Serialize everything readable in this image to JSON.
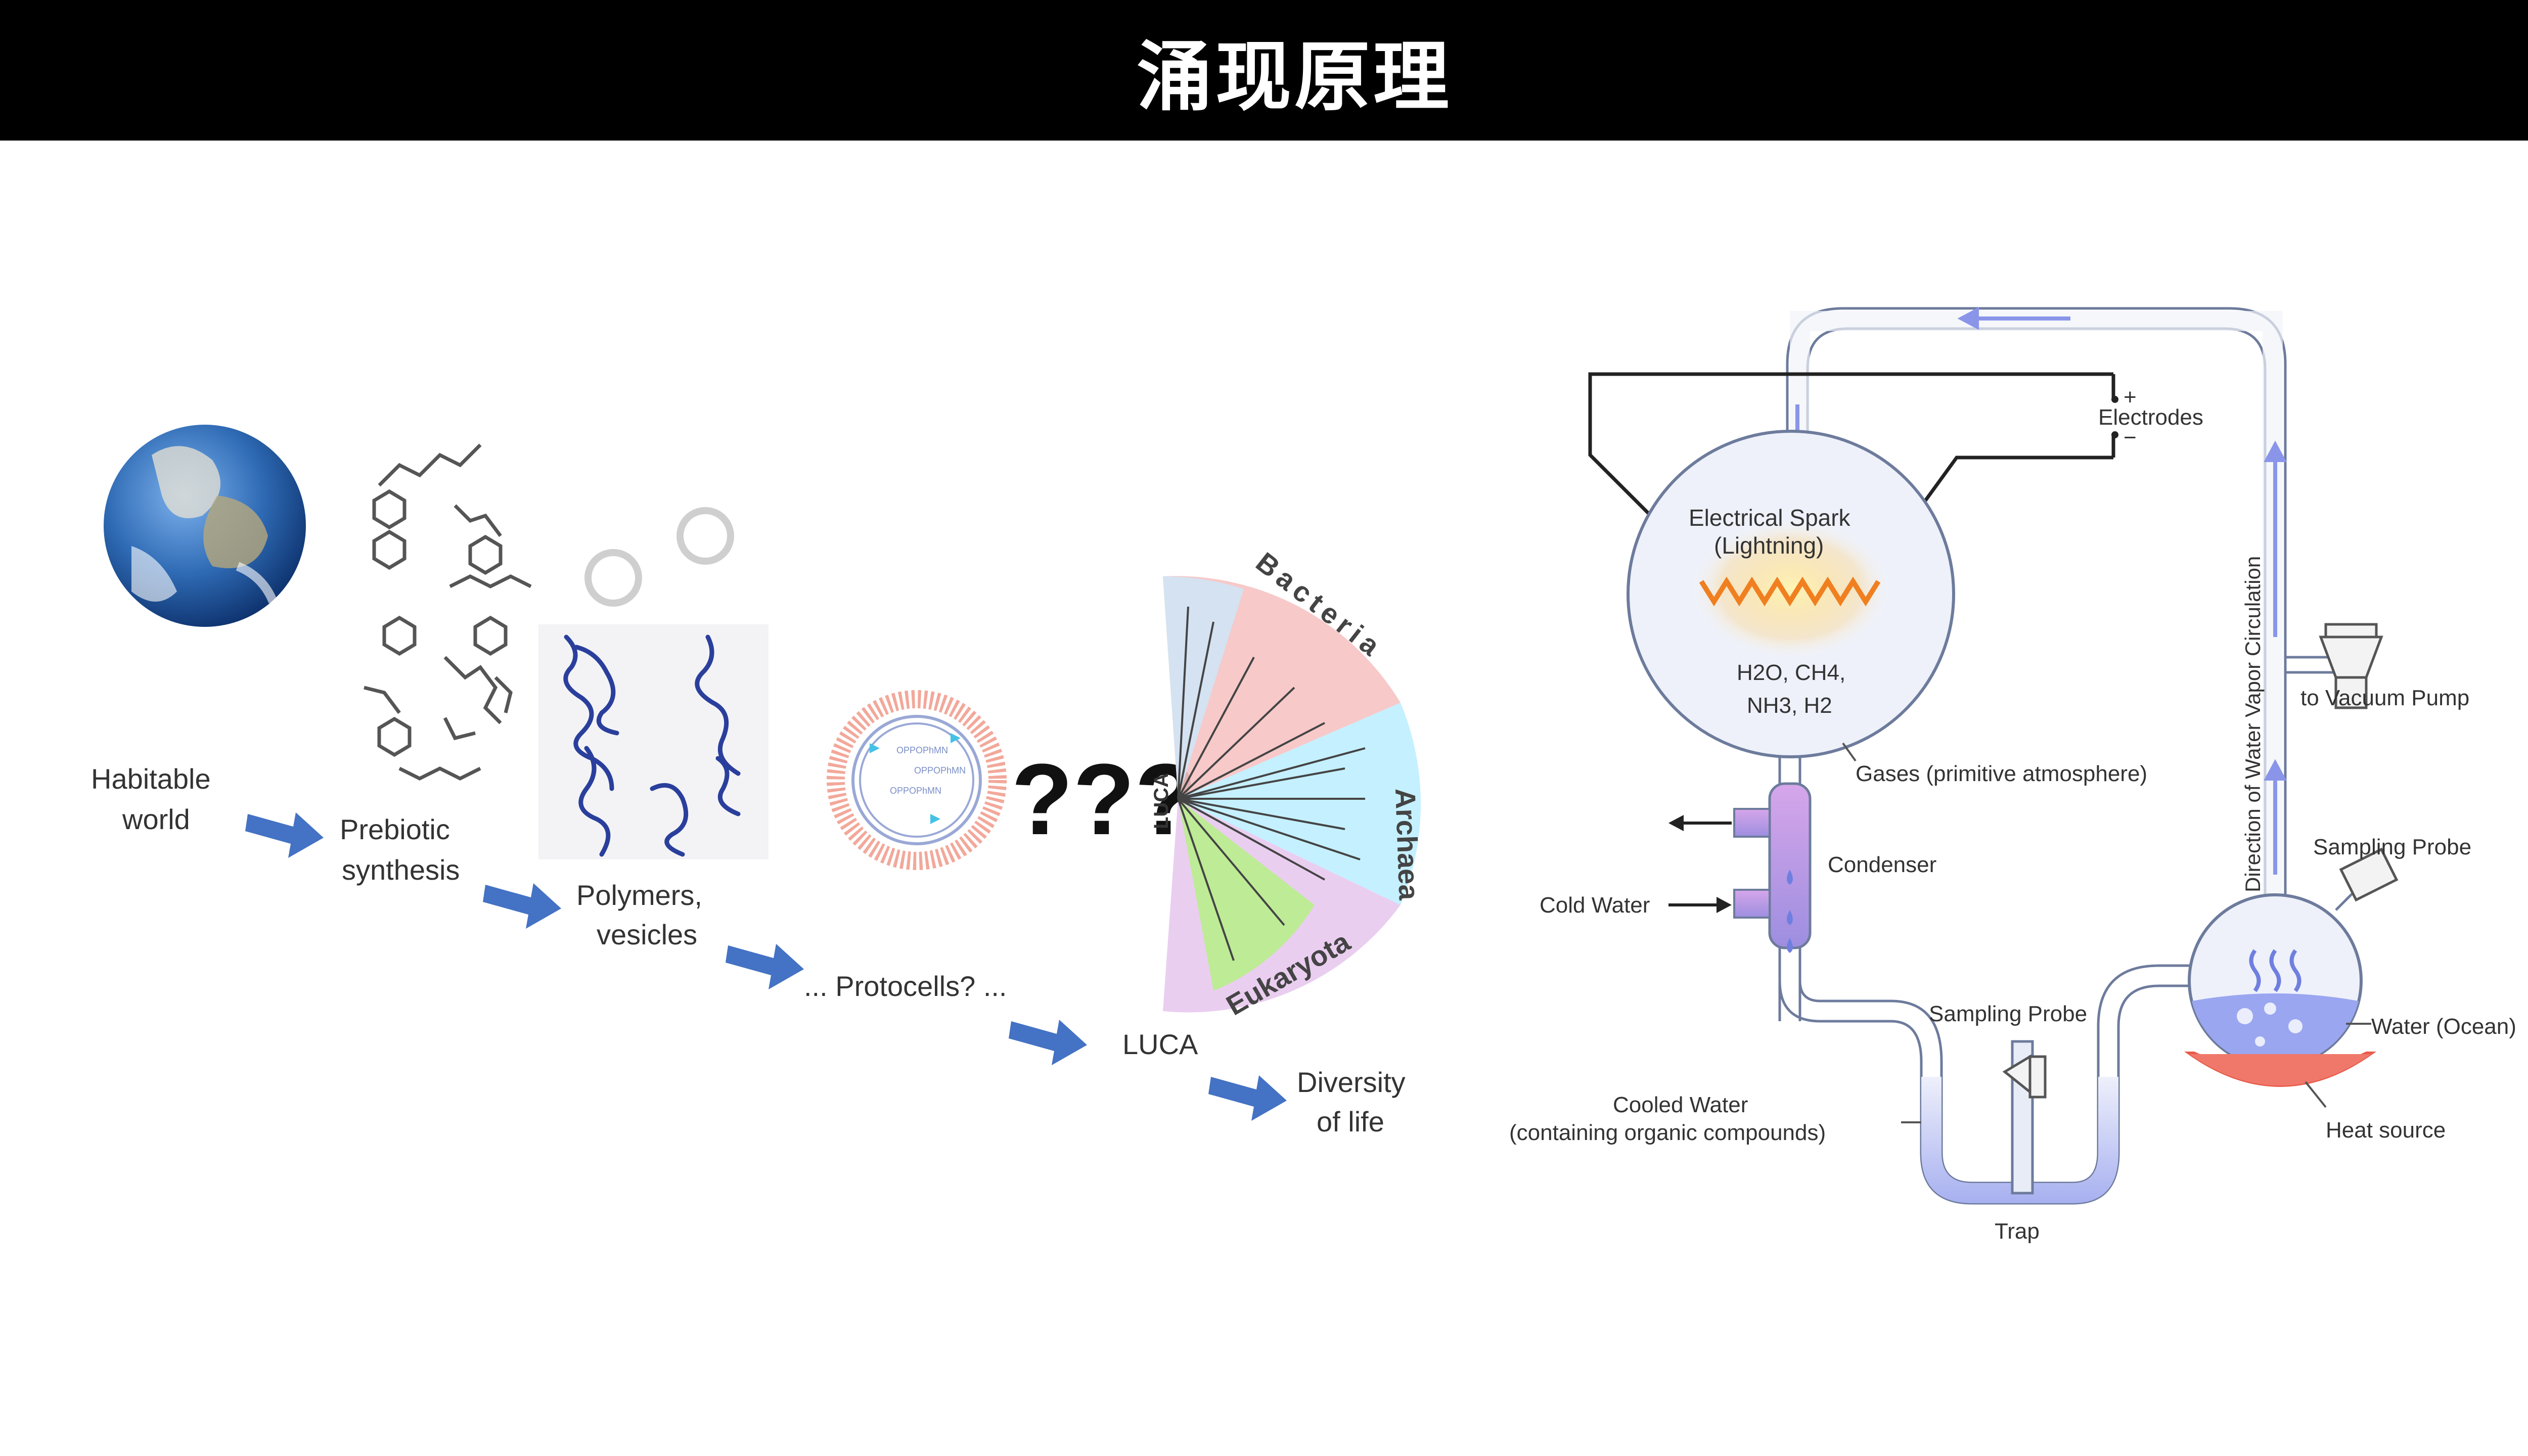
{
  "slide": {
    "title": "涌现原理"
  },
  "left_diagram": {
    "stages": [
      {
        "id": "habitable",
        "lines": [
          "Habitable",
          "world"
        ]
      },
      {
        "id": "prebiotic",
        "lines": [
          "Prebiotic",
          "synthesis"
        ]
      },
      {
        "id": "polymers",
        "lines": [
          "Polymers,",
          "vesicles"
        ]
      },
      {
        "id": "protocells",
        "lines": [
          "... Protocells? ..."
        ]
      },
      {
        "id": "luca",
        "lines": [
          "LUCA"
        ]
      },
      {
        "id": "diversity",
        "lines": [
          "Diversity",
          "of life"
        ]
      }
    ],
    "question_marks": "???",
    "tree": {
      "bacteria": "Bacteria",
      "archaea": "Archaea",
      "eukaryota": "Eukaryota",
      "luca": "LUCA"
    },
    "colors": {
      "arrow": "#4472c4",
      "earth": "#2f6bb5",
      "polymer": "#2a3f9c",
      "bacteria_band": "#f6c3c3",
      "archaea_band": "#bfeeff",
      "euk_band": "#e8c9ee",
      "green_band": "#b9ee8c"
    }
  },
  "right_diagram": {
    "labels": {
      "spark": [
        "Electrical Spark",
        "(Lightning)"
      ],
      "electrodes": "Electrodes",
      "plus": "+",
      "minus": "−",
      "gases_line1": "H2O, CH4,",
      "gases_line2": "NH3, H2",
      "gases_atm": "Gases (primitive atmosphere)",
      "condenser": "Condenser",
      "cold_water": "Cold Water",
      "cooled": [
        "Cooled Water",
        "(containing organic compounds)"
      ],
      "sampling1": "Sampling Probe",
      "sampling2": "Sampling Probe",
      "trap": "Trap",
      "vacuum": "to Vacuum Pump",
      "direction": "Direction of Water Vapor Circulation",
      "water": "Water (Ocean)",
      "heat": "Heat source"
    },
    "colors": {
      "tube": "#6d7b9c",
      "tube_fill": "#e8ecf7",
      "water": "#9aa6f0",
      "spark": "#f0a020",
      "heat": "#e85a4a",
      "condenser": "#c89be0",
      "flask": "#eef1fa"
    }
  }
}
